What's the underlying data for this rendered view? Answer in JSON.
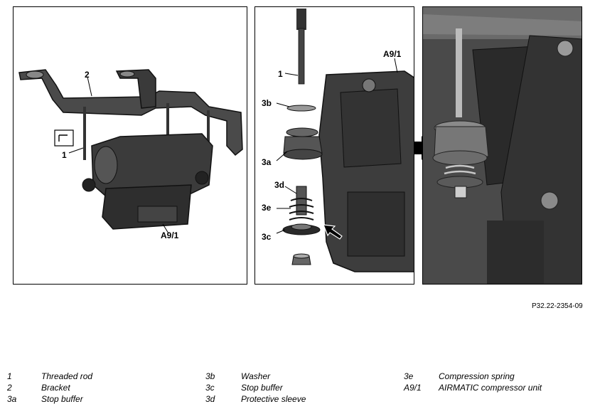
{
  "figure_ref": "P32.22-2354-09",
  "panel1": {
    "label_2": "2",
    "label_1": "1",
    "label_a91": "A9/1"
  },
  "panel2": {
    "label_a91": "A9/1",
    "label_1": "1",
    "label_3b": "3b",
    "label_3a": "3a",
    "label_3d": "3d",
    "label_3e": "3e",
    "label_3c": "3c"
  },
  "legend": {
    "col1": [
      {
        "key": "1",
        "text": "Threaded rod"
      },
      {
        "key": "2",
        "text": "Bracket"
      },
      {
        "key": "3a",
        "text": "Stop buffer"
      }
    ],
    "col2": [
      {
        "key": "3b",
        "text": "Washer"
      },
      {
        "key": "3c",
        "text": "Stop buffer"
      },
      {
        "key": "3d",
        "text": "Protective sleeve"
      }
    ],
    "col3": [
      {
        "key": "3e",
        "text": "Compression spring"
      },
      {
        "key": "A9/1",
        "text": "AIRMATIC compressor unit"
      }
    ]
  },
  "colors": {
    "dark": "#2b2b2b",
    "mid": "#555555",
    "light": "#bdbdbd"
  }
}
